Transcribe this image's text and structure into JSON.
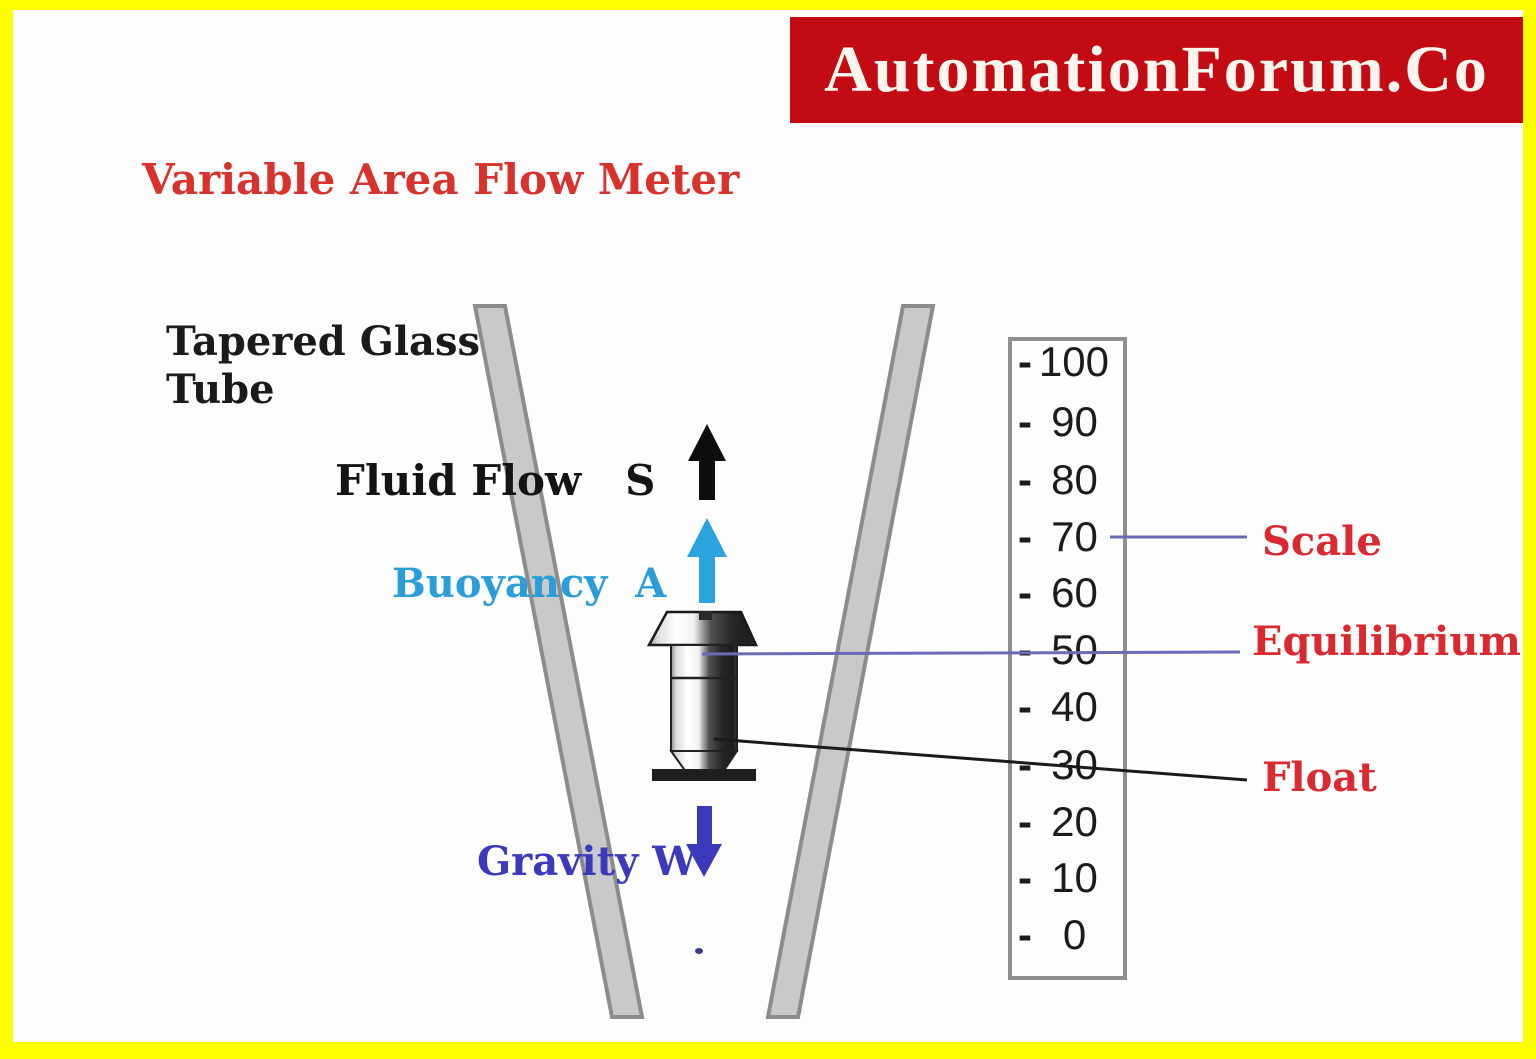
{
  "banner": {
    "text": "AutomationForum.Co",
    "bg_color": "#c20b12",
    "text_color": "#fdf6ee"
  },
  "title": {
    "text": "Variable Area Flow Meter",
    "color": "#d8322d"
  },
  "labels": {
    "tapered_tube": "Tapered Glass\nTube",
    "fluid_flow": "Fluid Flow   S",
    "buoyancy": "Buoyancy  A",
    "gravity": "Gravity W",
    "scale": "Scale",
    "equilibrium": "Equilibrium",
    "float": "Float"
  },
  "scale": {
    "tick": "-",
    "values": [
      "100",
      "90",
      "80",
      "70",
      "60",
      "50",
      "40",
      "30",
      "20",
      "10",
      "0"
    ]
  },
  "colors": {
    "frame_yellow": "#ffff00",
    "fluid_flow_arrow": "#0d0d0d",
    "buoyancy_arrow": "#2ba3dc",
    "gravity_arrow": "#3b3abc",
    "leader_line_blue": "#6a6ab8",
    "leader_line_black": "#1a1a1a",
    "tube_fill": "#c9c9c9",
    "tube_stroke": "#8c8c8c",
    "label_red": "#da2930"
  }
}
